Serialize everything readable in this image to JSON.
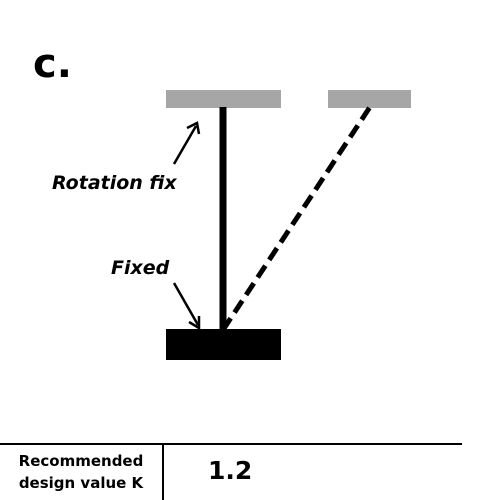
{
  "panel": {
    "label": "c."
  },
  "annotations": {
    "rotation_fix": "Rotation fix",
    "fixed": "Fixed"
  },
  "table": {
    "header_line1": "Recommended",
    "header_line2": "design value K",
    "value": "1.2"
  },
  "colors": {
    "support_top": "#a6a6a6",
    "support_base": "#000000",
    "column": "#000000",
    "text": "#000000"
  }
}
